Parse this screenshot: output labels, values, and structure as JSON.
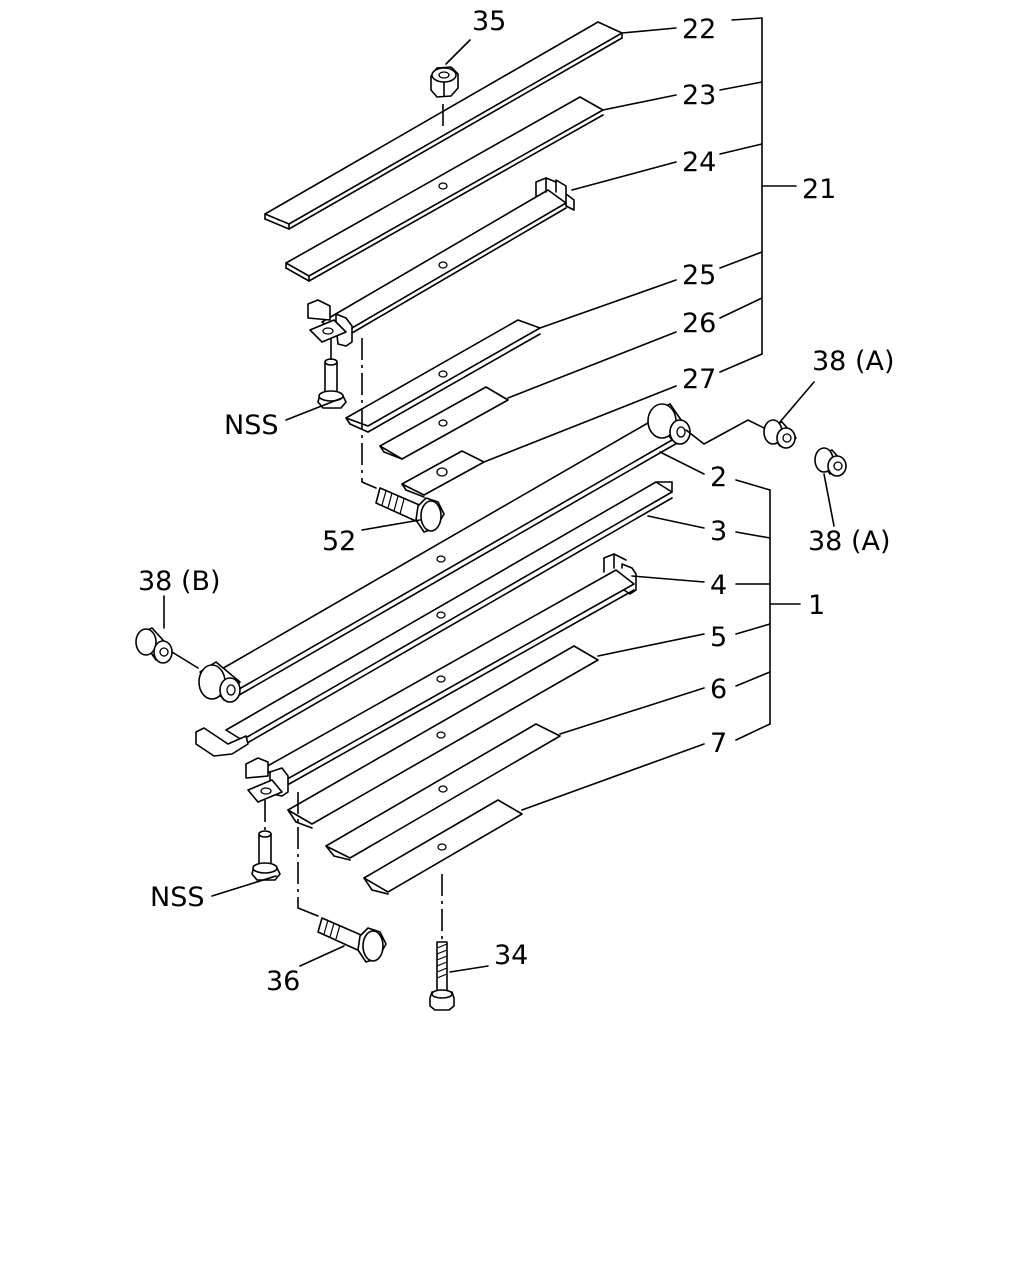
{
  "colors": {
    "ink": "#000000",
    "paper": "#ffffff"
  },
  "labels": {
    "l35": "35",
    "l22": "22",
    "l23": "23",
    "l24": "24",
    "l21": "21",
    "l25": "25",
    "l26": "26",
    "l27": "27",
    "l38a_top": "38 (A)",
    "l38a_bottom": "38 (A)",
    "l38b": "38 (B)",
    "l2": "2",
    "l3": "3",
    "l4": "4",
    "l1": "1",
    "l5": "5",
    "l6": "6",
    "l7": "7",
    "l52": "52",
    "lnss_top": "NSS",
    "lnss_bottom": "NSS",
    "l36": "36",
    "l34": "34"
  }
}
